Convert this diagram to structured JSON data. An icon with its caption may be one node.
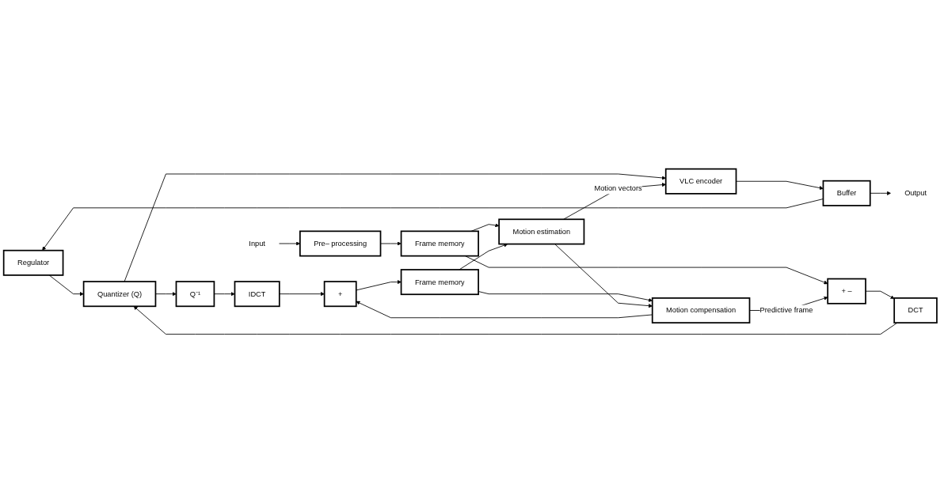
{
  "diagram": {
    "nodes": [
      {
        "text": [
          "Regulator"
        ]
      },
      {
        "text": [
          "Frame memory"
        ]
      },
      {
        "text": [
          "+ –"
        ]
      },
      {
        "text": [
          "DCT"
        ]
      },
      {
        "text": [
          "Quantizer (Q)"
        ]
      },
      {
        "text": [
          "VLC encoder"
        ]
      },
      {
        "text": [
          "Q⁻¹"
        ]
      },
      {
        "text": [
          "Buffer"
        ]
      },
      {
        "text": [
          "Pre– processing"
        ]
      },
      {
        "text": [
          "IDCT"
        ]
      },
      {
        "text": [
          "Input"
        ]
      },
      {
        "text": [
          "Output"
        ]
      },
      {
        "text": [
          "+"
        ]
      },
      {
        "text": [
          "Motion compensation"
        ]
      },
      {
        "text": [
          "Frame memory"
        ]
      },
      {
        "text": [
          "Motion estimation"
        ]
      }
    ],
    "edges": [
      {
        "from": 10,
        "to": 8,
        "arrow": "to"
      },
      {
        "from": 8,
        "to": 1,
        "arrow": "to"
      },
      {
        "from": 1,
        "to": 2,
        "arrow": "to"
      },
      {
        "from": 1,
        "to": 15,
        "arrow": "to"
      },
      {
        "from": 2,
        "to": 3,
        "arrow": "to"
      },
      {
        "from": 3,
        "to": 4,
        "arrow": "to"
      },
      {
        "from": 0,
        "to": 4,
        "arrow": "to"
      },
      {
        "from": 4,
        "to": 5,
        "arrow": "to"
      },
      {
        "from": 4,
        "to": 6,
        "arrow": "to"
      },
      {
        "from": 6,
        "to": 9,
        "arrow": "to"
      },
      {
        "from": 9,
        "to": 12,
        "arrow": "to"
      },
      {
        "from": 12,
        "to": 14,
        "arrow": "to"
      },
      {
        "from": 14,
        "to": 13,
        "arrow": "to"
      },
      {
        "from": 14,
        "to": 15,
        "arrow": "to"
      },
      {
        "from": 15,
        "to": 13,
        "arrow": "to"
      },
      {
        "from": 15,
        "to": 5,
        "label": "Motion vectors",
        "arrow": "to"
      },
      {
        "from": 13,
        "to": 2,
        "label": "Predictive frame",
        "arrow": "to"
      },
      {
        "from": 13,
        "to": 12,
        "arrow": "to"
      },
      {
        "from": 5,
        "to": 7,
        "arrow": "to"
      },
      {
        "from": 7,
        "to": 0,
        "arrow": "to"
      },
      {
        "from": 7,
        "to": 11,
        "arrow": "to"
      }
    ]
  }
}
